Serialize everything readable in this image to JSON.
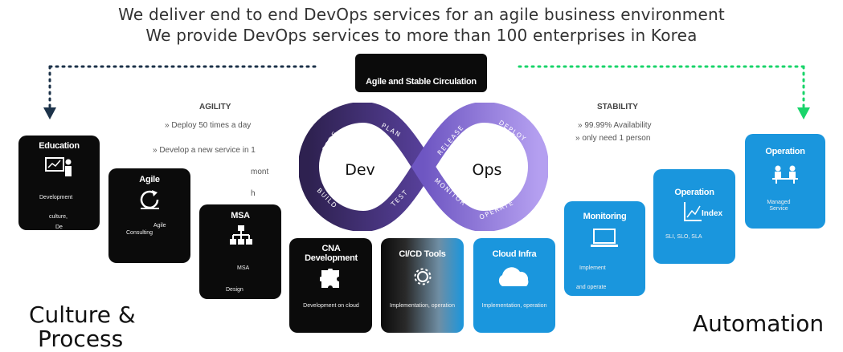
{
  "header": {
    "line1": "We deliver end to end DevOps services for an agile business environment",
    "line2": "We provide DevOps services to more than 100 enterprises in Korea"
  },
  "center_badge": "Agile and Stable Circulation",
  "agility": {
    "title": "AGILITY",
    "items": [
      "» Deploy 50 times a day",
      "» Develop a new service in 1",
      "mont",
      "h"
    ]
  },
  "stability": {
    "title": "STABILITY",
    "items": [
      "» 99.99% Availability",
      "» only need 1 person"
    ]
  },
  "loop": {
    "dev": "Dev",
    "ops": "Ops",
    "segments": [
      "CODE",
      "PLAN",
      "BUILD",
      "TEST",
      "RELEASE",
      "DEPLOY",
      "MONITOR",
      "OPERATE"
    ]
  },
  "tiles": {
    "education": {
      "title": "Education",
      "lines": [
        "Development",
        "culture,",
        "De"
      ]
    },
    "agile": {
      "title": "Agile",
      "lines": [
        "Agile",
        "Consulting"
      ]
    },
    "msa": {
      "title": "MSA",
      "lines": [
        "MSA",
        "Design"
      ]
    },
    "cna": {
      "title": "CNA Development",
      "lines": [
        "Development on cloud"
      ]
    },
    "cicd": {
      "title": "CI/CD Tools",
      "lines": [
        "Implementation, operation"
      ]
    },
    "cloud": {
      "title": "Cloud Infra",
      "lines": [
        "Implementation, operation"
      ]
    },
    "monitoring": {
      "title": "Monitoring",
      "lines": [
        "Implement",
        "and operate"
      ]
    },
    "operation_sli": {
      "title": "Operation",
      "lines": [
        "Index",
        "SLI, SLO, SLA"
      ]
    },
    "operation_managed": {
      "title": "Operation",
      "lines": [
        "Managed Service"
      ]
    }
  },
  "footer": {
    "left": [
      "Culture &",
      "Process"
    ],
    "right": "Automation"
  },
  "colors": {
    "dark": "#0b0b0b",
    "blue": "#1a96dd",
    "arrow_left": "#1c3249",
    "arrow_right": "#19d46a",
    "loop_dark": "#3b2c63",
    "loop_light": "#9b7fe0"
  }
}
